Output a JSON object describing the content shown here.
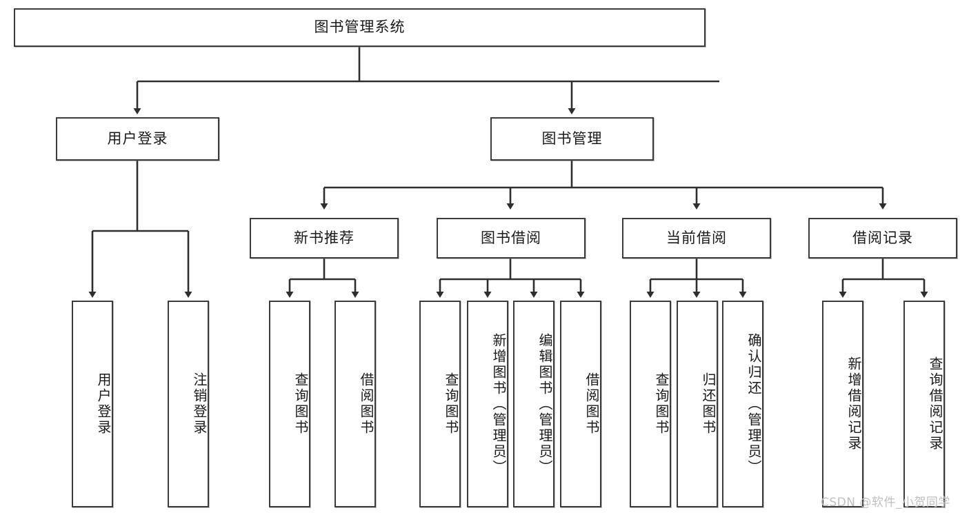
{
  "diagram": {
    "title_node": {
      "label": "图书管理系统"
    },
    "level2": [
      {
        "id": "user-login",
        "label": "用户登录"
      },
      {
        "id": "book-management",
        "label": "图书管理"
      }
    ],
    "level3": [
      {
        "id": "new-book-recommend",
        "label": "新书推荐"
      },
      {
        "id": "book-borrow",
        "label": "图书借阅"
      },
      {
        "id": "current-borrow",
        "label": "当前借阅"
      },
      {
        "id": "borrow-record",
        "label": "借阅记录"
      }
    ],
    "leaves": {
      "user_login": [
        {
          "id": "leaf-user-login",
          "label": "用户登录"
        },
        {
          "id": "leaf-logout-login",
          "label": "注销登录"
        }
      ],
      "new_book_recommend": [
        {
          "id": "leaf-query-book-1",
          "label": "查询图书"
        },
        {
          "id": "leaf-borrow-book-1",
          "label": "借阅图书"
        }
      ],
      "book_borrow": [
        {
          "id": "leaf-query-book-2",
          "label": "查询图书"
        },
        {
          "id": "leaf-add-book",
          "label": "新增图书（管理员）"
        },
        {
          "id": "leaf-edit-book",
          "label": "编辑图书（管理员）"
        },
        {
          "id": "leaf-borrow-book-2",
          "label": "借阅图书"
        }
      ],
      "current_borrow": [
        {
          "id": "leaf-query-book-3",
          "label": "查询图书"
        },
        {
          "id": "leaf-return-book",
          "label": "归还图书"
        },
        {
          "id": "leaf-confirm-return",
          "label": "确认归还（管理员）"
        }
      ],
      "borrow_record": [
        {
          "id": "leaf-add-record",
          "label": "新增借阅记录"
        },
        {
          "id": "leaf-query-record",
          "label": "查询借阅记录"
        }
      ]
    }
  },
  "watermark": {
    "text": "CSDN @软件_小贺同学"
  },
  "colors": {
    "stroke": "#3b3b3b",
    "box_fill": "#ffffff",
    "text": "#1a1a1a",
    "watermark": "#bfbfbf",
    "background": "#ffffff"
  }
}
